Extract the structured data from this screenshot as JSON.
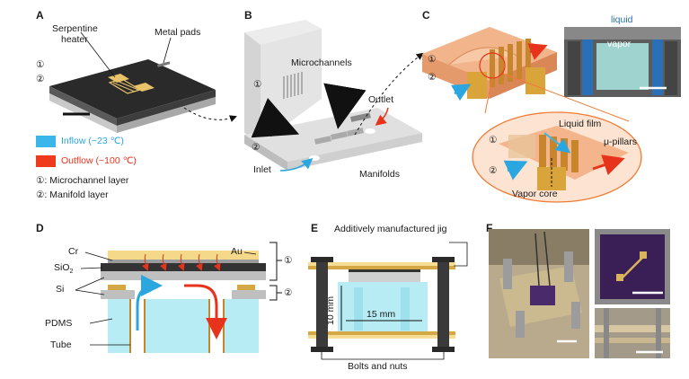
{
  "panels": {
    "A": "A",
    "B": "B",
    "C": "C",
    "D": "D",
    "E": "E",
    "F": "F"
  },
  "panel_a": {
    "serpentine": "Serpentine",
    "heater": "heater",
    "metal_pads": "Metal pads",
    "layer1_mark": "①",
    "layer2_mark": "②"
  },
  "legend": {
    "inflow": "Inflow (~23 ℃)",
    "outflow": "Outflow (~100 ℃)",
    "microchannel": "①: Microchannel layer",
    "manifold": "②: Manifold layer",
    "inflow_color": "#3ab6ea",
    "outflow_color": "#f03a1e"
  },
  "panel_b": {
    "microchannels": "Microchannels",
    "outlet": "Outlet",
    "inlet": "Inlet",
    "manifolds": "Manifolds",
    "mark1": "①",
    "mark2": "②"
  },
  "panel_c": {
    "liquid": "liquid",
    "vapor": "vapor",
    "liquid_film": "Liquid film",
    "mu_pillars": "μ-pillars",
    "vapor_core": "Vapor core",
    "mark1": "①",
    "mark2": "②",
    "mark1b": "①",
    "mark2b": "②"
  },
  "panel_d": {
    "cr": "Cr",
    "au": "Au",
    "sio2": "SiO",
    "sio2_sub": "2",
    "si": "Si",
    "pdms": "PDMS",
    "tube": "Tube",
    "mark1": "①",
    "mark2": "②"
  },
  "panel_e": {
    "jig": "Additively manufactured jig",
    "dim_v": "10 mm",
    "dim_h": "15 mm",
    "bolts": "Bolts and nuts"
  }
}
